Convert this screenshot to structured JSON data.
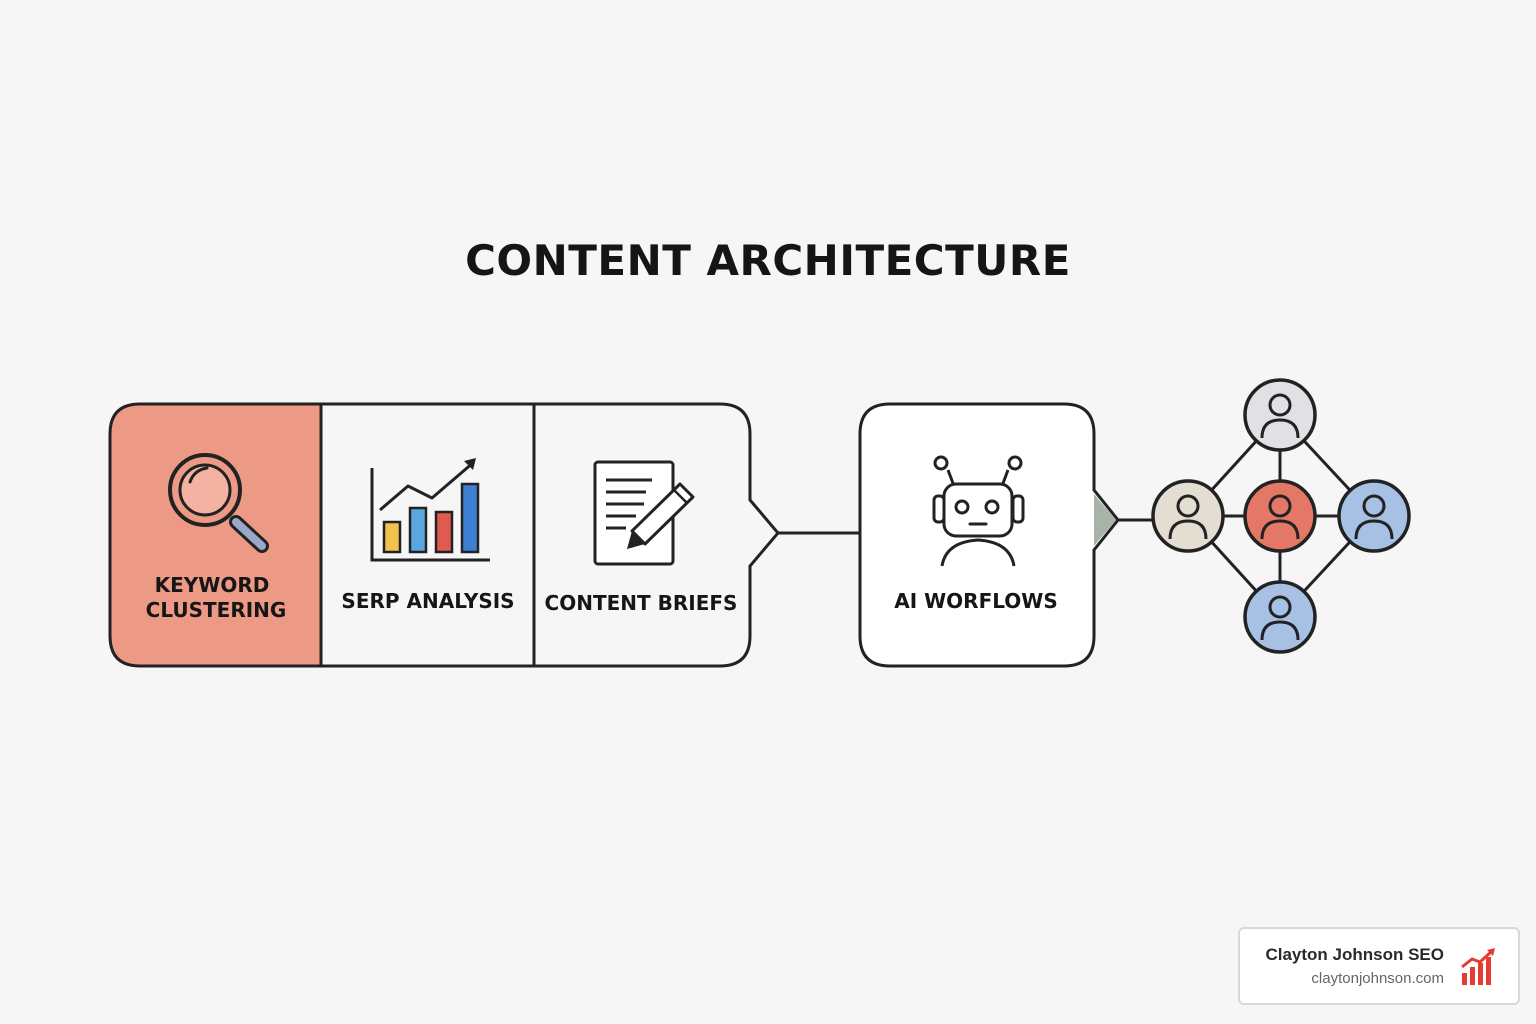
{
  "title": "CONTENT ARCHITECTURE",
  "stages": [
    {
      "label_lines": [
        "KEYWORD",
        "CLUSTERING"
      ],
      "icon": "magnifying-glass-icon",
      "highlight_color": "#ec9a86"
    },
    {
      "label_lines": [
        "SERP ANALYSIS"
      ],
      "icon": "bar-chart-icon"
    },
    {
      "label_lines": [
        "CONTENT BRIEFS"
      ],
      "icon": "document-pencil-icon"
    },
    {
      "label_lines": [
        "AI WORFLOWS"
      ],
      "icon": "robot-icon"
    }
  ],
  "network": {
    "icon": "people-network-icon",
    "node_colors": [
      "#dfe1e4",
      "#e3ddd2",
      "#e47766",
      "#a6c1e4",
      "#a6c1e4"
    ]
  },
  "colors": {
    "accent": "#ec9a86",
    "outline": "#222222",
    "bar_yellow": "#f2c14e",
    "bar_blue": "#5aa7e0",
    "bar_red": "#e05a4f",
    "bar_navy": "#3f7fd1",
    "arrow_fill": "#a8b3aa",
    "logo_red": "#e63b2e"
  },
  "badge": {
    "name": "Clayton Johnson SEO",
    "url": "claytonjohnson.com"
  }
}
